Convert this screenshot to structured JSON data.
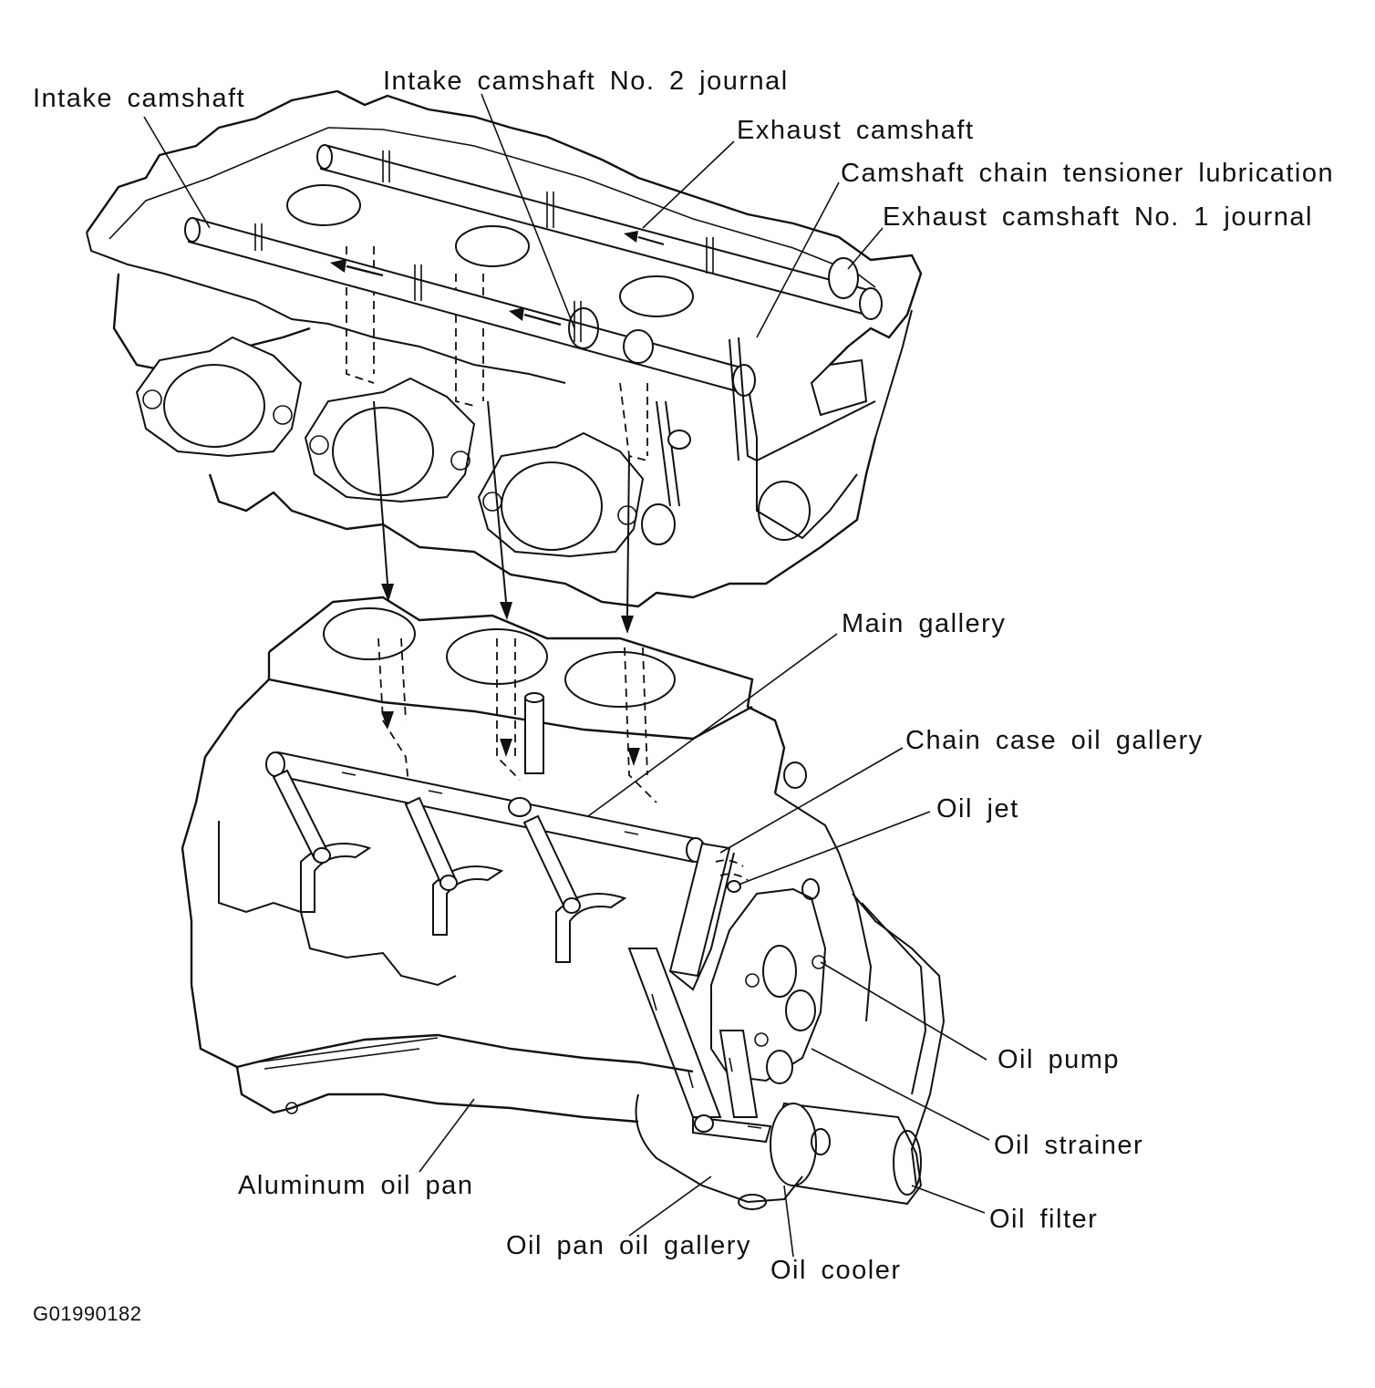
{
  "labels": {
    "intake_camshaft": "Intake camshaft",
    "intake_camshaft_no2_journal": "Intake camshaft No. 2 journal",
    "exhaust_camshaft": "Exhaust camshaft",
    "camshaft_chain_tensioner_lubrication": "Camshaft chain tensioner lubrication",
    "exhaust_camshaft_no1_journal": "Exhaust camshaft No. 1 journal",
    "main_gallery": "Main gallery",
    "chain_case_oil_gallery": "Chain case oil gallery",
    "oil_jet": "Oil jet",
    "oil_pump": "Oil pump",
    "oil_strainer": "Oil strainer",
    "oil_filter": "Oil filter",
    "oil_cooler": "Oil cooler",
    "oil_pan_oil_gallery": "Oil pan oil gallery",
    "aluminum_oil_pan": "Aluminum oil pan"
  },
  "figure_code": "G01990182"
}
